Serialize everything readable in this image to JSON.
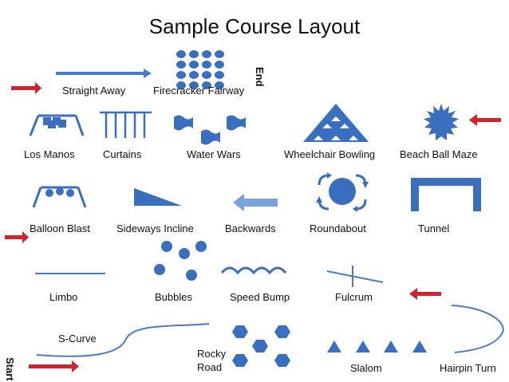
{
  "title": "Sample Course Layout",
  "markers": {
    "start": "Start",
    "end": "End"
  },
  "stations": {
    "straight_away": "Straight Away",
    "firecracker_fairway": "Firecracker Fairway",
    "los_manos": "Los Manos",
    "curtains": "Curtains",
    "water_wars": "Water Wars",
    "wheelchair_bowling": "Wheelchair Bowling",
    "beach_ball_maze": "Beach Ball Maze",
    "balloon_blast": "Balloon Blast",
    "sideways_incline": "Sideways Incline",
    "backwards": "Backwards",
    "roundabout": "Roundabout",
    "tunnel": "Tunnel",
    "limbo": "Limbo",
    "bubbles": "Bubbles",
    "speed_bump": "Speed Bump",
    "fulcrum": "Fulcrum",
    "s_curve": "S-Curve",
    "rocky": "Rocky",
    "road": "Road",
    "slalom": "Slalom",
    "hairpin_turn": "Hairpin Turn"
  },
  "colors": {
    "shape_blue": "#3a6fc0",
    "line_blue": "#4a7bc8",
    "arrow_red": "#d2222d",
    "arrow_light_blue": "#7aa2df"
  }
}
